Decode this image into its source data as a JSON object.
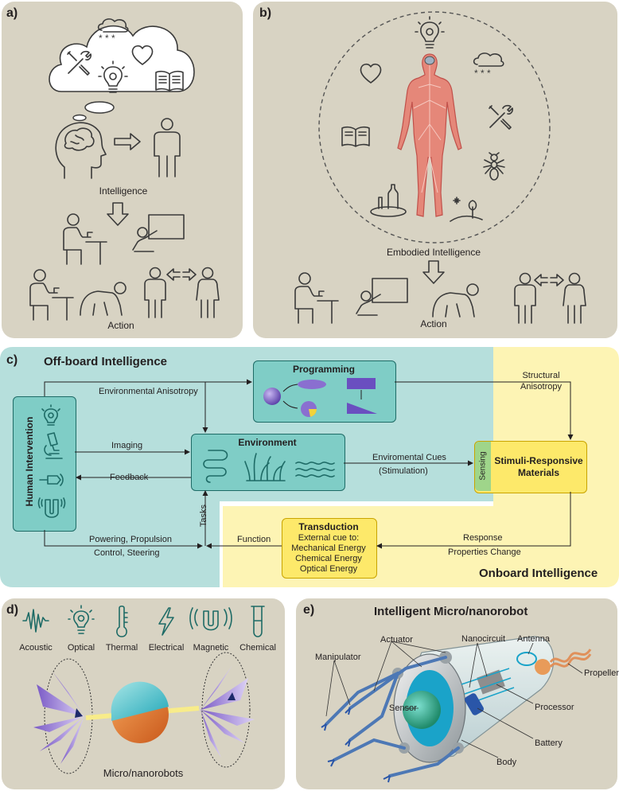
{
  "panel_a": {
    "tag": "a)",
    "intelligence_label": "Intelligence",
    "action_label": "Action"
  },
  "panel_b": {
    "tag": "b)",
    "embodied_label": "Embodied Intelligence",
    "action_label": "Action"
  },
  "panel_c": {
    "tag": "c)",
    "offboard_title": "Off-board Intelligence",
    "onboard_title": "Onboard Intelligence",
    "human_intervention": "Human Intervention",
    "programming": "Programming",
    "environment": "Environment",
    "stimuli_line1": "Stimuli-Responsive",
    "stimuli_line2": "Materials",
    "sensing": "Sensing",
    "transduction_title": "Transduction",
    "transduction_lines": [
      "External cue to:",
      "Mechanical Energy",
      "Chemical Energy",
      "Optical Energy"
    ],
    "env_anisotropy": "Environmental Anisotropy",
    "structural_1": "Structural",
    "structural_2": "Anisotropy",
    "imaging": "Imaging",
    "feedback": "Feedback",
    "env_cues": "Enviromental Cues",
    "stimulation": "(Stimulation)",
    "tasks": "Tasks",
    "powering": "Powering, Propulsion",
    "control": "Control, Steering",
    "function": "Function",
    "response": "Response",
    "properties_change": "Properties Change"
  },
  "panel_d": {
    "tag": "d)",
    "stimuli": [
      "Acoustic",
      "Optical",
      "Thermal",
      "Electrical",
      "Magnetic",
      "Chemical"
    ],
    "caption": "Micro/nanorobots"
  },
  "panel_e": {
    "tag": "e)",
    "title": "Intelligent Micro/nanorobot",
    "parts": {
      "actuator": "Actuator",
      "nanocircuit": "Nanocircuit",
      "antenna": "Antenna",
      "manipulator": "Manipulator",
      "propeller": "Propeller",
      "sensor": "Sensor",
      "processor": "Processor",
      "battery": "Battery",
      "body": "Body"
    }
  },
  "colors": {
    "panel_bg": "#d8d3c3",
    "offboard_bg": "#b6dfdc",
    "onboard_bg": "#fdf4b4",
    "teal_box": "#7fcdc6",
    "yellow_box": "#fde96a",
    "body_red": "#e58779"
  }
}
